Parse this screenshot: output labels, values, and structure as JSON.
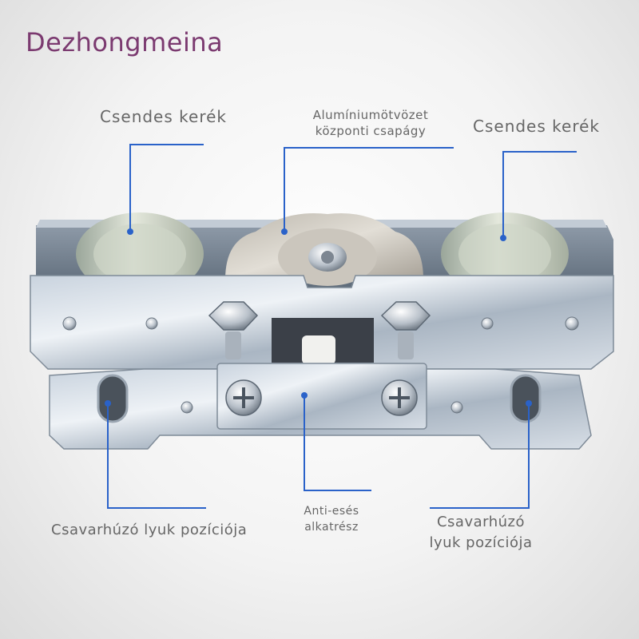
{
  "brand": "Dezhongmeina",
  "labels": {
    "wheel_left": "Csendes kerék",
    "wheel_right": "Csendes kerék",
    "bearing_line1": "Alumíniumötvözet",
    "bearing_line2": "központi csapágy",
    "screw_hole_left": "Csavarhúzó lyuk pozíciója",
    "screw_hole_right_line1": "Csavarhúzó",
    "screw_hole_right_line2": "lyuk pozíciója",
    "antifall_line1": "Anti-esés",
    "antifall_line2": "alkatrész"
  },
  "colors": {
    "brand": "#7b3a70",
    "callout_line": "#2a62c9",
    "label_text": "#666666"
  }
}
